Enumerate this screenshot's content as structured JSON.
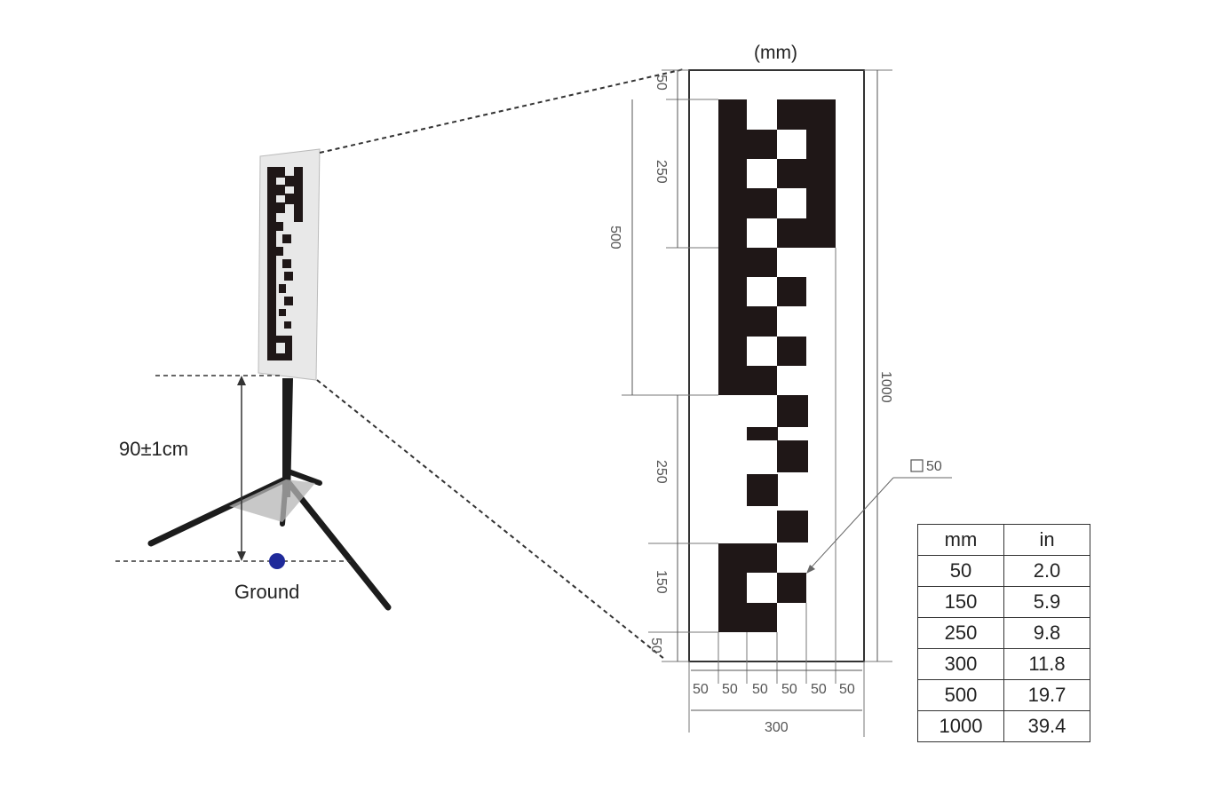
{
  "labels": {
    "unit": "(mm)",
    "height": "90±1cm",
    "ground": "Ground",
    "square_callout": "50"
  },
  "dimensions": {
    "top_margin": "50",
    "upper_block": "250",
    "checker_region": "500",
    "lower_block": "250",
    "bottom_block": "150",
    "bottom_margin": "50",
    "total_height": "1000",
    "col_widths": [
      "50",
      "50",
      "50",
      "50",
      "50",
      "50"
    ],
    "total_width": "300"
  },
  "table": {
    "headers": [
      "mm",
      "in"
    ],
    "rows": [
      [
        "50",
        "2.0"
      ],
      [
        "150",
        "5.9"
      ],
      [
        "250",
        "9.8"
      ],
      [
        "300",
        "11.8"
      ],
      [
        "500",
        "19.7"
      ],
      [
        "1000",
        "39.4"
      ]
    ]
  },
  "colors": {
    "pattern": "#1f1717",
    "board": "#e8e8e8",
    "ground_dot": "#1f2a9a",
    "line": "#333333"
  }
}
